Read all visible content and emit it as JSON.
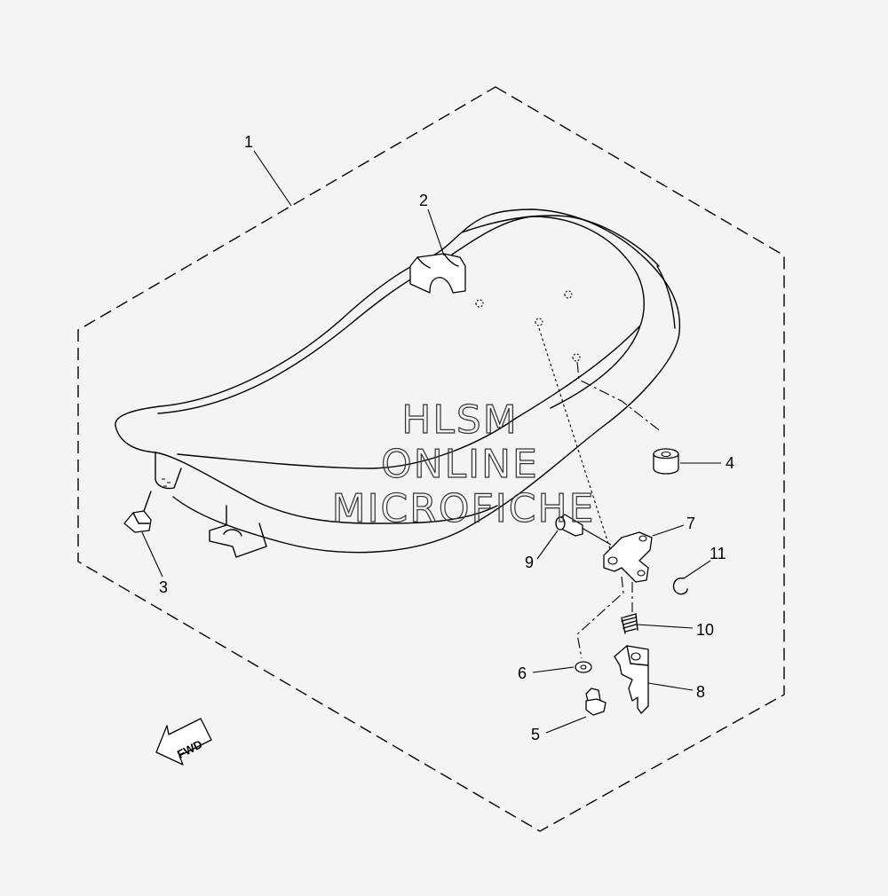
{
  "callouts": [
    {
      "label": "1"
    },
    {
      "label": "2"
    },
    {
      "label": "3"
    },
    {
      "label": "4"
    },
    {
      "label": "5"
    },
    {
      "label": "6"
    },
    {
      "label": "7"
    },
    {
      "label": "8"
    },
    {
      "label": "9"
    },
    {
      "label": "10"
    },
    {
      "label": "11"
    }
  ],
  "watermark": {
    "line1": "HLSM",
    "line2": "ONLINE",
    "line3": "MICROFICHE"
  },
  "direction_arrow": {
    "label": "FWD"
  },
  "colors": {
    "background": "#f4f4f4",
    "line": "#000000"
  }
}
